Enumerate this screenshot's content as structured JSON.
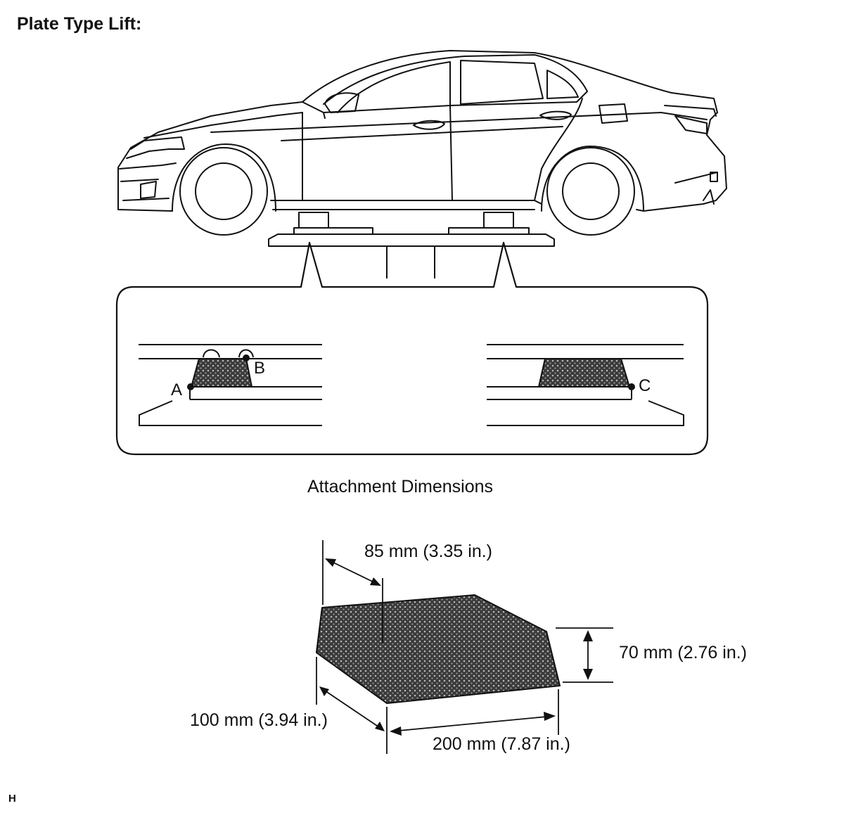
{
  "title": "Plate Type Lift:",
  "caption": "Attachment Dimensions",
  "points": {
    "a": "A",
    "b": "B",
    "c": "C"
  },
  "dimensions": {
    "depth": "85 mm (3.35 in.)",
    "height": "70 mm (2.76 in.)",
    "width": "100 mm (3.94 in.)",
    "length": "200 mm (7.87 in.)"
  },
  "figure_id": "H"
}
